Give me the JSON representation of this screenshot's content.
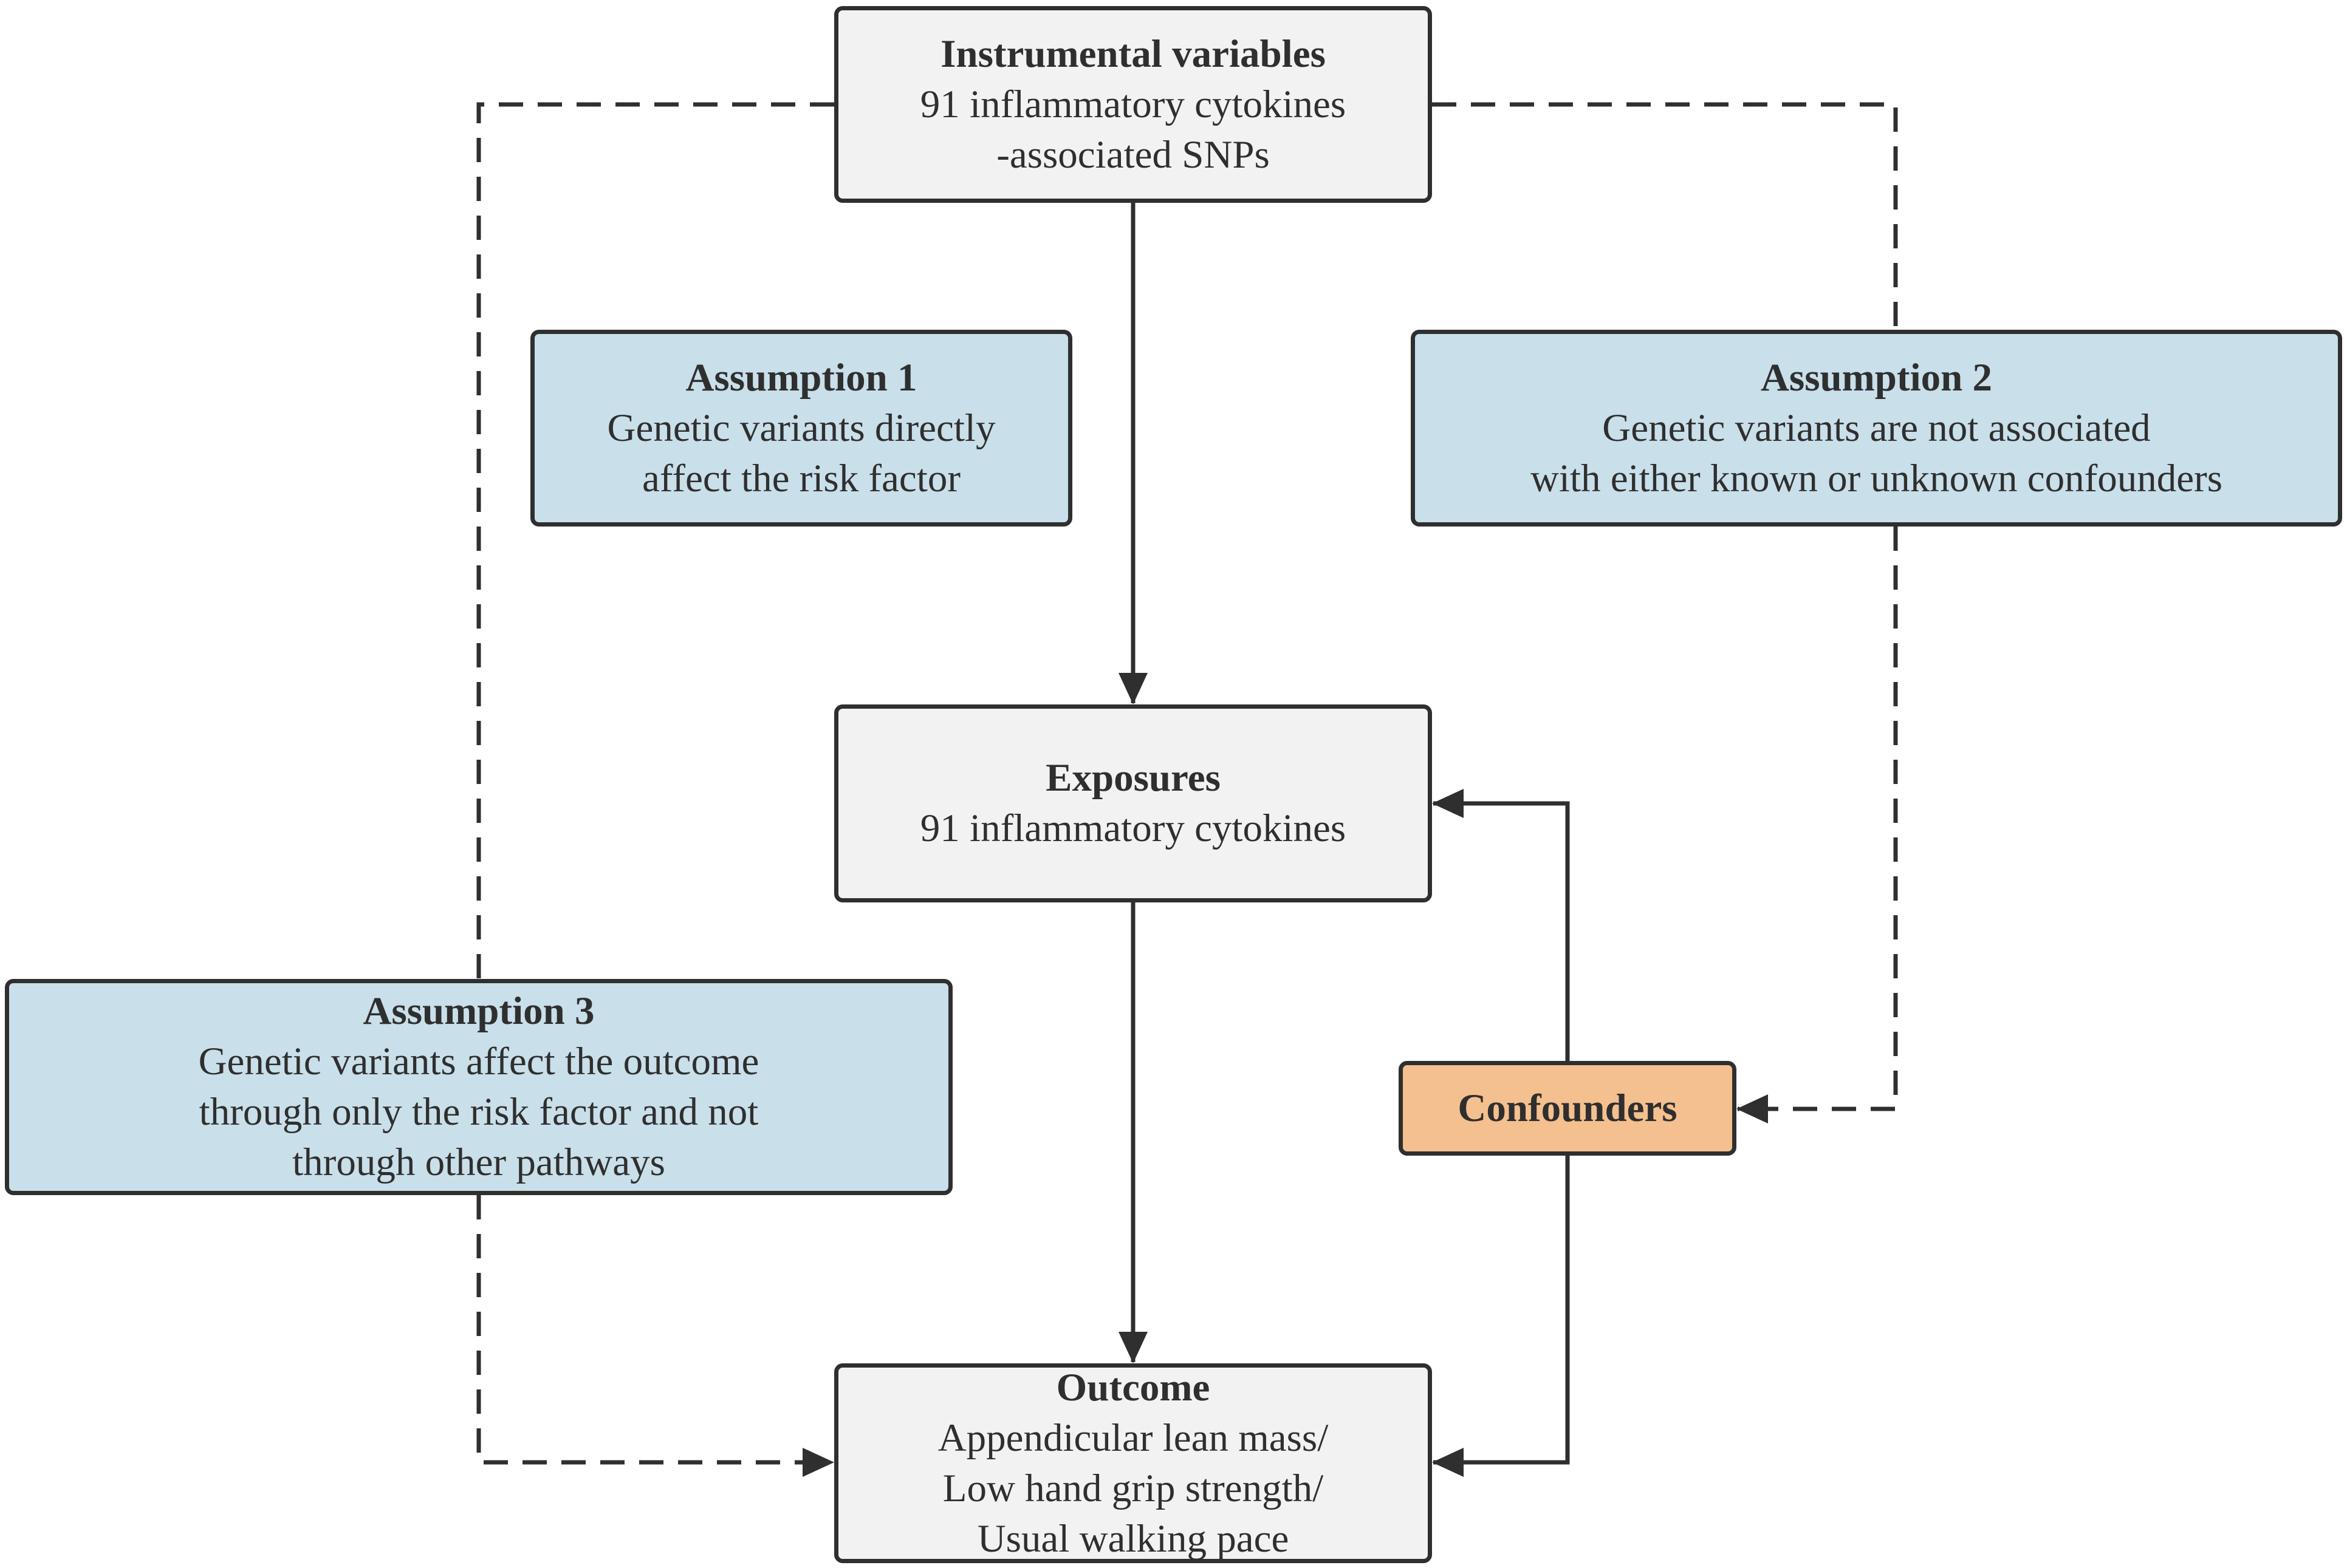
{
  "diagram": {
    "instrumental_variables": {
      "title": "Instrumental variables",
      "lines": [
        "91 inflammatory cytokines",
        "-associated SNPs"
      ]
    },
    "assumption_1": {
      "title": "Assumption 1",
      "lines": [
        "Genetic variants directly",
        "affect the risk factor"
      ]
    },
    "assumption_2": {
      "title": "Assumption 2",
      "lines": [
        "Genetic variants are not associated",
        "with either known or unknown confounders"
      ]
    },
    "exposures": {
      "title": "Exposures",
      "lines": [
        "91 inflammatory cytokines"
      ]
    },
    "assumption_3": {
      "title": "Assumption 3",
      "lines": [
        "Genetic variants affect the outcome",
        "through only the risk factor and not",
        "through other pathways"
      ]
    },
    "confounders": {
      "title": "Confounders"
    },
    "outcome": {
      "title": "Outcome",
      "lines": [
        "Appendicular lean mass/",
        "Low hand grip strength/",
        "Usual walking pace"
      ]
    },
    "colors": {
      "grey_box": "#f2f2f2",
      "blue_box": "#c9dfea",
      "orange_box": "#f4c08f",
      "stroke": "#2f2f2f"
    }
  }
}
